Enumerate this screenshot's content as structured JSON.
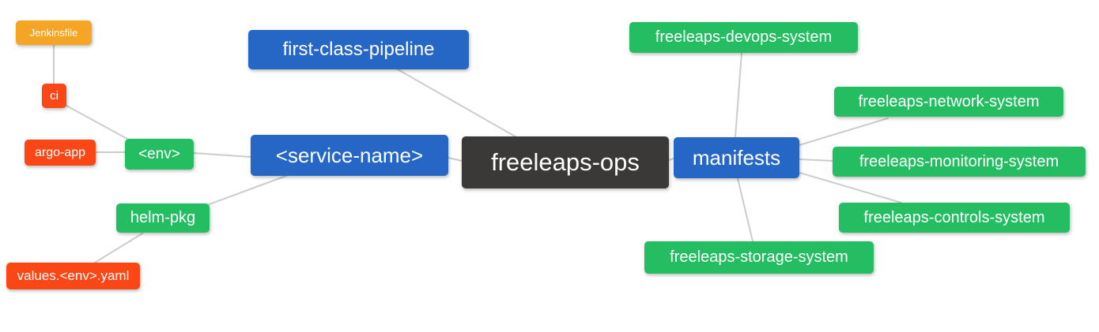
{
  "diagram": {
    "title": "freeleaps-ops mind map",
    "palette": {
      "orange": "#F6A423",
      "red": "#FB4616",
      "green": "#24BD62",
      "blue": "#2667C5",
      "dark": "#3B3838",
      "edge": "#CCCCCC",
      "text": "#FFFFFF",
      "background": "#FFFFFF"
    },
    "nodes": {
      "jenkinsfile": {
        "label": "Jenkinsfile",
        "color": "orange"
      },
      "ci": {
        "label": "ci",
        "color": "red"
      },
      "argo_app": {
        "label": "argo-app",
        "color": "red"
      },
      "env": {
        "label": "<env>",
        "color": "green"
      },
      "helm_pkg": {
        "label": "helm-pkg",
        "color": "green"
      },
      "values_yaml": {
        "label": "values.<env>.yaml",
        "color": "red"
      },
      "service_name": {
        "label": "<service-name>",
        "color": "blue"
      },
      "first_class": {
        "label": "first-class-pipeline",
        "color": "blue"
      },
      "ops": {
        "label": "freeleaps-ops",
        "color": "dark"
      },
      "manifests": {
        "label": "manifests",
        "color": "blue"
      },
      "devops": {
        "label": "freeleaps-devops-system",
        "color": "green"
      },
      "network": {
        "label": "freeleaps-network-system",
        "color": "green"
      },
      "monitoring": {
        "label": "freeleaps-monitoring-system",
        "color": "green"
      },
      "controls": {
        "label": "freeleaps-controls-system",
        "color": "green"
      },
      "storage": {
        "label": "freeleaps-storage-system",
        "color": "green"
      }
    },
    "edges": [
      {
        "from": "Jenkinsfile",
        "to": "ci"
      },
      {
        "from": "ci",
        "to": "<env>"
      },
      {
        "from": "argo-app",
        "to": "<env>"
      },
      {
        "from": "<env>",
        "to": "<service-name>"
      },
      {
        "from": "helm-pkg",
        "to": "<service-name>"
      },
      {
        "from": "values.<env>.yaml",
        "to": "helm-pkg"
      },
      {
        "from": "first-class-pipeline",
        "to": "freeleaps-ops"
      },
      {
        "from": "<service-name>",
        "to": "freeleaps-ops"
      },
      {
        "from": "freeleaps-ops",
        "to": "manifests"
      },
      {
        "from": "manifests",
        "to": "freeleaps-devops-system"
      },
      {
        "from": "manifests",
        "to": "freeleaps-network-system"
      },
      {
        "from": "manifests",
        "to": "freeleaps-monitoring-system"
      },
      {
        "from": "manifests",
        "to": "freeleaps-controls-system"
      },
      {
        "from": "manifests",
        "to": "freeleaps-storage-system"
      }
    ]
  }
}
